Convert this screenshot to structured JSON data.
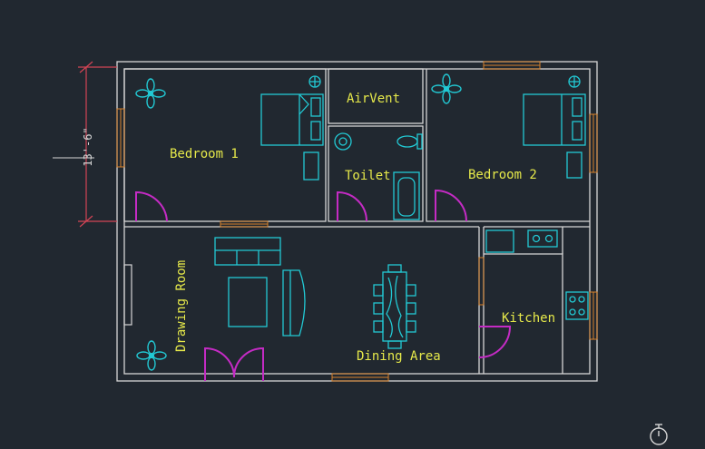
{
  "colors": {
    "background": "#212830",
    "wall": "#d6d6d6",
    "furniture": "#22c9d4",
    "label": "#e6e94a",
    "door": "#c42bc4",
    "window": "#d9822b",
    "dimension": "#d44455"
  },
  "rooms": {
    "bedroom1": "Bedroom 1",
    "airvent": "AirVent",
    "toilet": "Toilet",
    "bedroom2": "Bedroom 2",
    "drawing": "Drawing Room",
    "dining": "Dining Area",
    "kitchen": "Kitchen"
  },
  "dimension": {
    "text": "13'-6\""
  },
  "icons": [
    "fan-icon",
    "stopwatch-icon"
  ]
}
